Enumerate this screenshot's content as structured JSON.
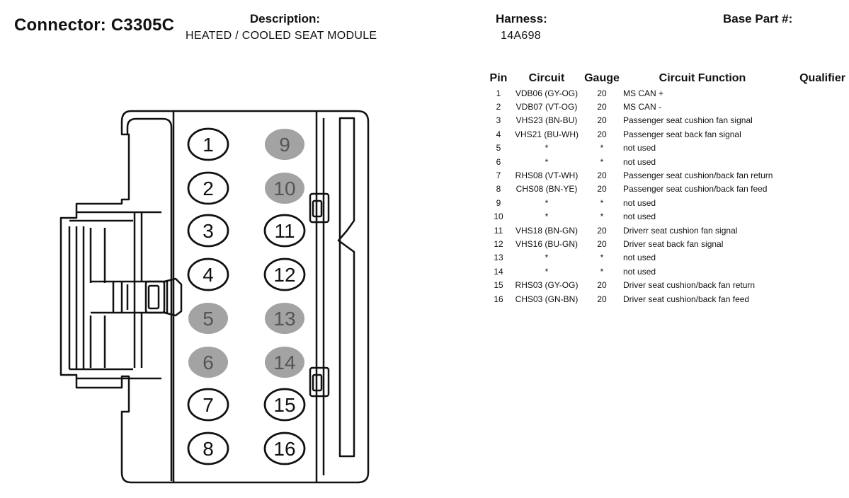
{
  "header": {
    "connector_label": "Connector: C3305C",
    "description_label": "Description:",
    "description_value": "HEATED / COOLED SEAT MODULE",
    "harness_label": "Harness:",
    "harness_value": "14A698",
    "base_part_label": "Base Part #:"
  },
  "table": {
    "headers": {
      "pin": "Pin",
      "circuit": "Circuit",
      "gauge": "Gauge",
      "function": "Circuit Function",
      "qualifier": "Qualifier"
    },
    "rows": [
      {
        "pin": "1",
        "circuit": "VDB06 (GY-OG)",
        "gauge": "20",
        "function": "MS CAN +",
        "qualifier": ""
      },
      {
        "pin": "2",
        "circuit": "VDB07 (VT-OG)",
        "gauge": "20",
        "function": "MS CAN -",
        "qualifier": ""
      },
      {
        "pin": "3",
        "circuit": "VHS23 (BN-BU)",
        "gauge": "20",
        "function": "Passenger seat cushion fan signal",
        "qualifier": ""
      },
      {
        "pin": "4",
        "circuit": "VHS21 (BU-WH)",
        "gauge": "20",
        "function": "Passenger seat back fan signal",
        "qualifier": ""
      },
      {
        "pin": "5",
        "circuit": "*",
        "gauge": "*",
        "function": "not used",
        "qualifier": ""
      },
      {
        "pin": "6",
        "circuit": "*",
        "gauge": "*",
        "function": "not used",
        "qualifier": ""
      },
      {
        "pin": "7",
        "circuit": "RHS08 (VT-WH)",
        "gauge": "20",
        "function": "Passenger seat cushion/back fan return",
        "qualifier": ""
      },
      {
        "pin": "8",
        "circuit": "CHS08 (BN-YE)",
        "gauge": "20",
        "function": "Passenger seat cushion/back fan feed",
        "qualifier": ""
      },
      {
        "pin": "9",
        "circuit": "*",
        "gauge": "*",
        "function": "not used",
        "qualifier": ""
      },
      {
        "pin": "10",
        "circuit": "*",
        "gauge": "*",
        "function": "not used",
        "qualifier": ""
      },
      {
        "pin": "11",
        "circuit": "VHS18 (BN-GN)",
        "gauge": "20",
        "function": "Driverr seat cushion fan signal",
        "qualifier": ""
      },
      {
        "pin": "12",
        "circuit": "VHS16 (BU-GN)",
        "gauge": "20",
        "function": "Driver seat back fan signal",
        "qualifier": ""
      },
      {
        "pin": "13",
        "circuit": "*",
        "gauge": "*",
        "function": "not used",
        "qualifier": ""
      },
      {
        "pin": "14",
        "circuit": "*",
        "gauge": "*",
        "function": "not used",
        "qualifier": ""
      },
      {
        "pin": "15",
        "circuit": "RHS03 (GY-OG)",
        "gauge": "20",
        "function": "Driver seat cushion/back fan return",
        "qualifier": ""
      },
      {
        "pin": "16",
        "circuit": "CHS03 (GN-BN)",
        "gauge": "20",
        "function": "Driver seat cushion/back fan feed",
        "qualifier": ""
      }
    ]
  },
  "connector": {
    "pins": [
      {
        "label": "1",
        "used": true
      },
      {
        "label": "2",
        "used": true
      },
      {
        "label": "3",
        "used": true
      },
      {
        "label": "4",
        "used": true
      },
      {
        "label": "5",
        "used": false
      },
      {
        "label": "6",
        "used": false
      },
      {
        "label": "7",
        "used": true
      },
      {
        "label": "8",
        "used": true
      },
      {
        "label": "9",
        "used": false
      },
      {
        "label": "10",
        "used": false
      },
      {
        "label": "11",
        "used": true
      },
      {
        "label": "12",
        "used": true
      },
      {
        "label": "13",
        "used": false
      },
      {
        "label": "14",
        "used": false
      },
      {
        "label": "15",
        "used": true
      },
      {
        "label": "16",
        "used": true
      }
    ]
  },
  "colors": {
    "outline": "#111111",
    "unused_pin_fill": "#a3a3a3",
    "unused_pin_text": "#555555",
    "used_pin_fill": "#ffffff"
  }
}
